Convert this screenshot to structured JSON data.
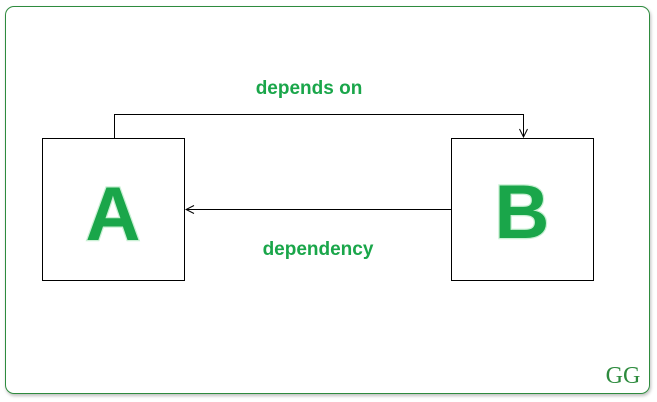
{
  "nodes": {
    "a": {
      "label": "A"
    },
    "b": {
      "label": "B"
    }
  },
  "edges": {
    "depends_on": {
      "label": "depends on"
    },
    "dependency": {
      "label": "dependency"
    }
  },
  "logo": {
    "text": "GG"
  },
  "colors": {
    "label_green": "#1aa64a",
    "frame_green": "#2e8b3e",
    "line": "#000000"
  }
}
